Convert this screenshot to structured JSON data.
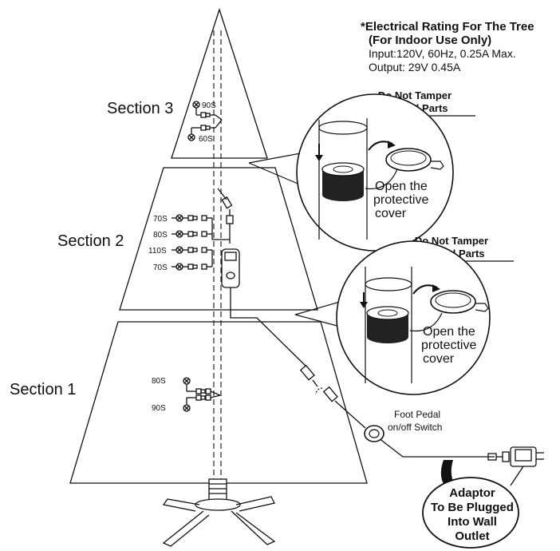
{
  "rating": {
    "title": "*Electrical Rating For The Tree",
    "subtitle": "(For Indoor Use Only)",
    "input": "Input:120V, 60Hz, 0.25A Max.",
    "output": "Output: 29V 0.45A"
  },
  "sections": {
    "s3": "Section 3",
    "s2": "Section 2",
    "s1": "Section 1"
  },
  "section3_lights": [
    "90S",
    "60S"
  ],
  "section2_lights": [
    "70S",
    "80S",
    "110S",
    "70S"
  ],
  "section1_lights": [
    "80S",
    "90S"
  ],
  "callout_top": {
    "warning_line1": "Do Not Tamper",
    "warning_line2": "Internal Parts",
    "text_line1": "Open the",
    "text_line2": "protective",
    "text_line3": "cover"
  },
  "callout_bottom": {
    "warning_line1": "Do Not Tamper",
    "warning_line2": "Internal Parts",
    "text_line1": "Open the",
    "text_line2": "protective",
    "text_line3": "cover"
  },
  "foot_pedal": {
    "line1": "Foot Pedal",
    "line2": "on/off Switch"
  },
  "adaptor": {
    "line1": "Adaptor",
    "line2": "To Be Plugged",
    "line3": "Into Wall",
    "line4": "Outlet"
  }
}
